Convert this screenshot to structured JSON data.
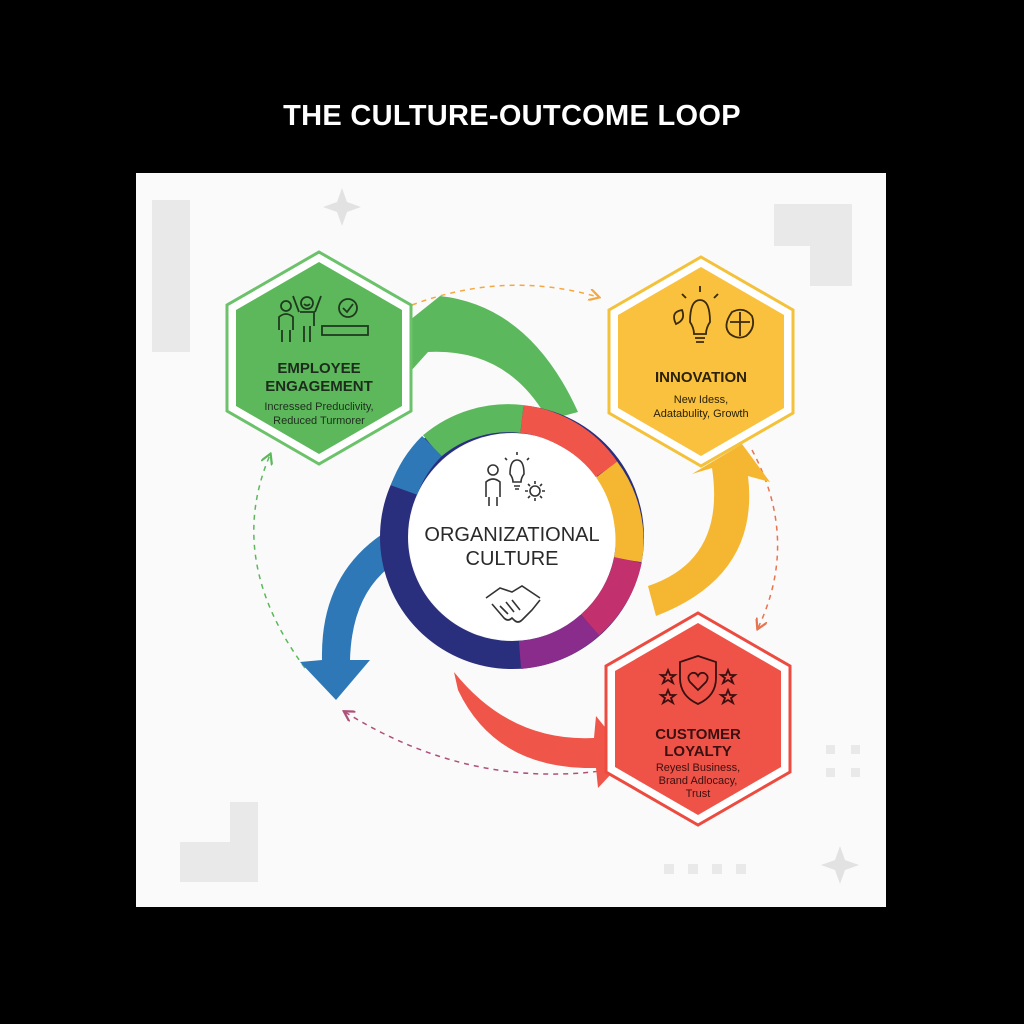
{
  "title": "THE CULTURE-OUTCOME LOOP",
  "center": {
    "line1": "ORGANIZATIONAL",
    "line2": "CULTURE",
    "icons": [
      "people-lightbulb-gear-icon",
      "handshake-icon"
    ]
  },
  "nodes": {
    "employee": {
      "title1": "EMPLOYEE",
      "title2": "ENGAGEMENT",
      "desc1": "Incressed Preduclivity,",
      "desc2": "Reduced Turmorer",
      "color": "#5db85b",
      "border": "#6cc26a",
      "icon": "engaged-person-checkmark-icon"
    },
    "innovation": {
      "title1": "INNOVATION",
      "desc1": "New Idess,",
      "desc2": "Adatabulity, Growth",
      "color": "#f9c13d",
      "border": "#f3c13a",
      "icon": "lightbulb-brain-icon"
    },
    "customer": {
      "title1": "CUSTOMER",
      "title2": "LOYALTY",
      "desc1": "Reyesl Business,",
      "desc2": "Brand Adlocacy,",
      "desc3": "Trust",
      "color": "#ef5348",
      "border": "#ec4b40",
      "icon": "shield-heart-stars-icon"
    }
  },
  "colors": {
    "green": "#5cb85c",
    "orange": "#f5b731",
    "red": "#ef5548",
    "blue": "#2f78b7",
    "purple": "#8a2c8c",
    "navy": "#2a2f7d"
  }
}
